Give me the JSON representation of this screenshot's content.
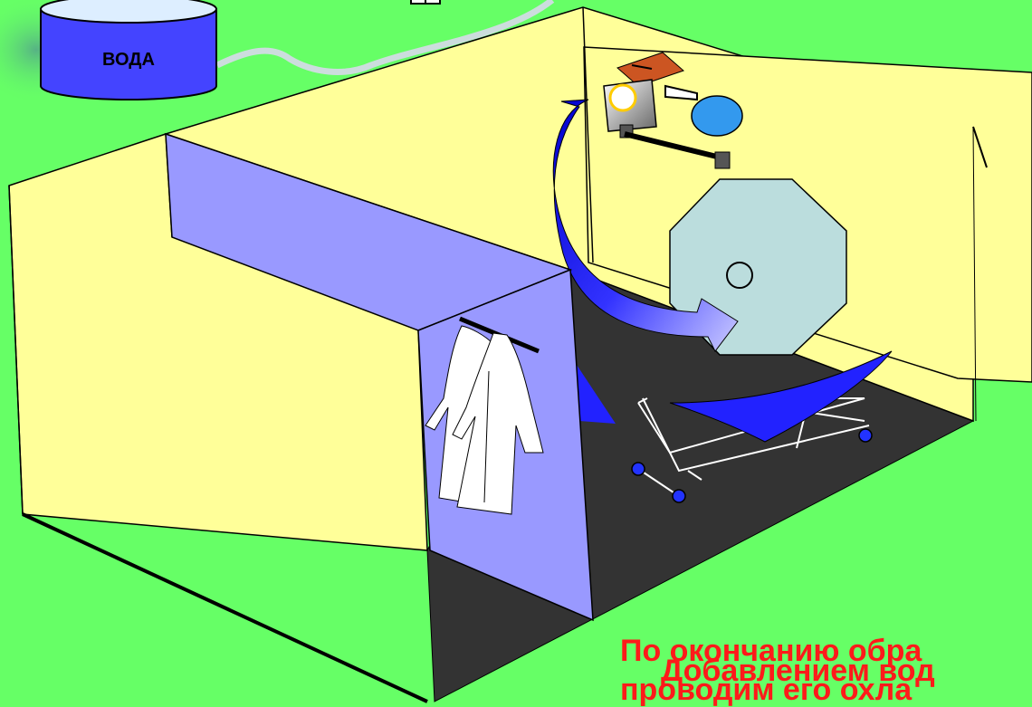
{
  "tank": {
    "label": "ВОДА"
  },
  "captions": [
    "По окончанию обра",
    "Добавлением вод",
    "проводим его охла"
  ],
  "colors": {
    "background": "#66ff66",
    "wall": "#ffff99",
    "partition": "#9999ff",
    "floor": "#333333",
    "tank": "#4444ff",
    "arrow": "#1a1aff",
    "drum": "#bbdddd",
    "caption": "#ff1a1a"
  }
}
